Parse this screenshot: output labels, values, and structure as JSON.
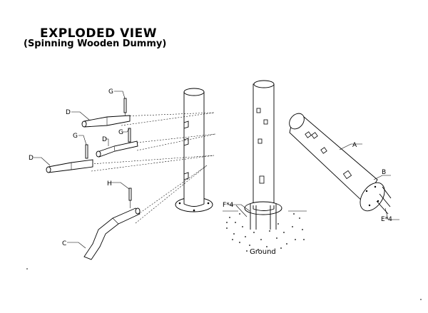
{
  "header": {
    "title": "EXPLODED VIEW",
    "subtitle": "(Spinning Wooden Dummy)"
  },
  "labels": {
    "G1": "G",
    "D1": "D",
    "G2": "G",
    "D2": "D",
    "G3": "G",
    "D3": "D",
    "H": "H",
    "C": "C",
    "F": "F*4",
    "A": "A",
    "B": "B",
    "E": "E*4",
    "ground": "Ground"
  }
}
